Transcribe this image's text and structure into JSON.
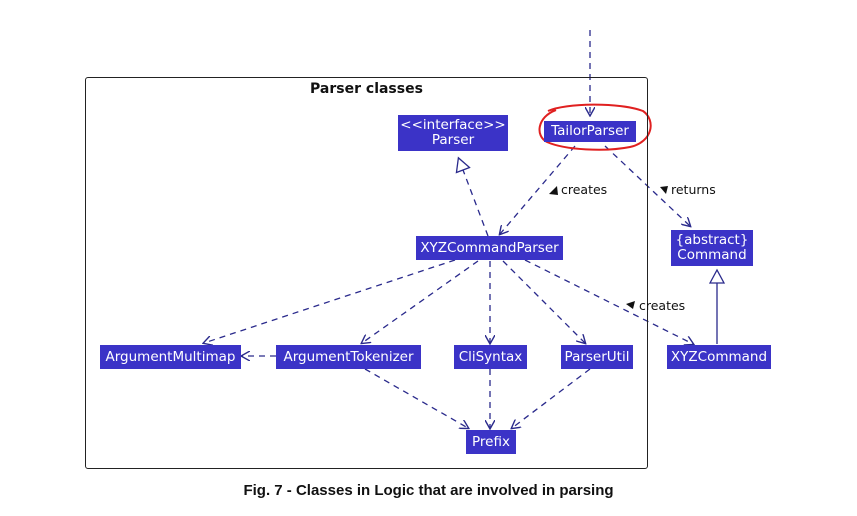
{
  "package": {
    "title": "Parser classes"
  },
  "classes": {
    "tailor_parser": "TailorParser",
    "parser_stereotype": "<<interface>>",
    "parser_name": "Parser",
    "xyz_command_parser": "XYZCommandParser",
    "command_stereotype": "{abstract}",
    "command_name": "Command",
    "argument_multimap": "ArgumentMultimap",
    "argument_tokenizer": "ArgumentTokenizer",
    "cli_syntax": "CliSyntax",
    "parser_util": "ParserUtil",
    "xyz_command": "XYZCommand",
    "prefix": "Prefix"
  },
  "labels": {
    "creates_1": "creates",
    "returns": "returns",
    "creates_2": "creates"
  },
  "colors": {
    "class_fill": "#3b33c7",
    "arrow": "#2a2a8c",
    "highlight": "#e02020"
  },
  "caption": "Fig. 7 - Classes in Logic that are involved in parsing"
}
